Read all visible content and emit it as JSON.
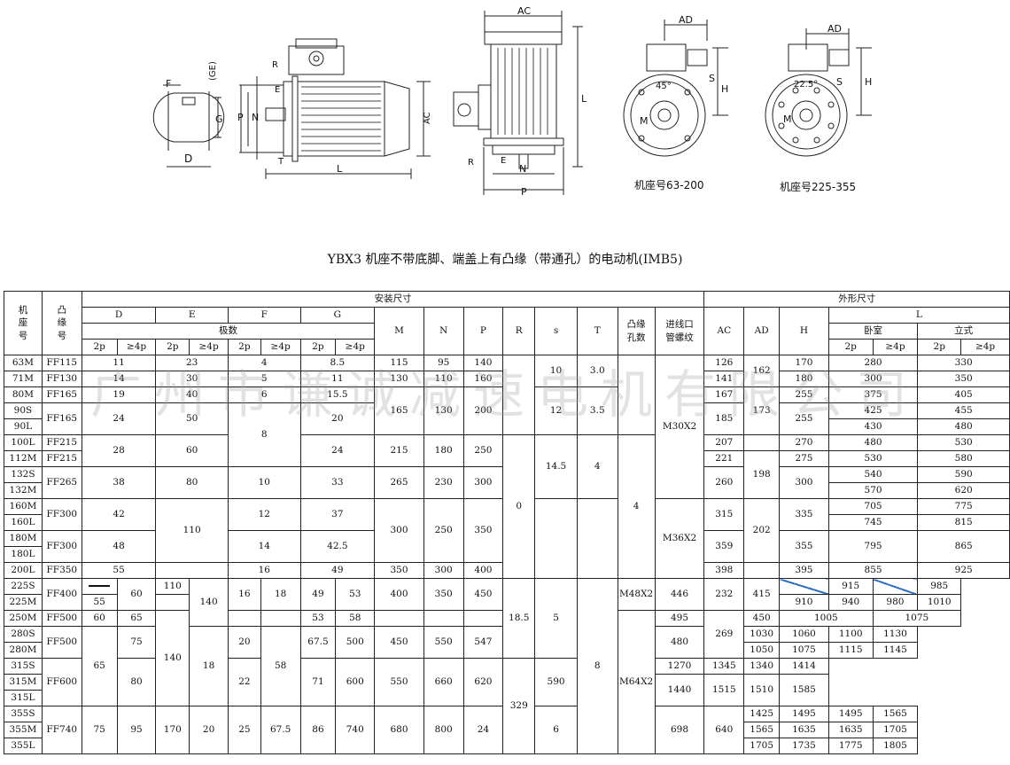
{
  "drawings": {
    "labels": {
      "F": "F",
      "GE": "(GE)",
      "G": "G",
      "D": "D",
      "R": "R",
      "E": "E",
      "P": "P",
      "N": "N",
      "T": "T",
      "L": "L",
      "AC": "AC",
      "AD": "AD",
      "H": "H",
      "S": "S",
      "M": "M",
      "angle45": "45°",
      "angle225": "22.5°"
    },
    "caption_small": "机座号63-200",
    "caption_large": "机座号225-355"
  },
  "title": "YBX3 机座不带底脚、端盖上有凸缘（带通孔）的电动机(IMB5)",
  "watermark": "广州市谦诚减速电机有限公司",
  "header": {
    "frame_no": "机\n座\n号",
    "flange_no": "凸\n缘\n号",
    "install_dims": "安装尺寸",
    "outline_dims": "外形尺寸",
    "D": "D",
    "E": "E",
    "F": "F",
    "G": "G",
    "poles": "极数",
    "M": "M",
    "N": "N",
    "P": "P",
    "R": "R",
    "s": "s",
    "T": "T",
    "flange_holes": "凸缘\n孔数",
    "inlet_thread": "进线口\n管螺纹",
    "AC": "AC",
    "AD": "AD",
    "H": "H",
    "L": "L",
    "horizontal": "卧室",
    "vertical": "立式",
    "p2": "2p",
    "p4": "≥4p"
  },
  "rows": [
    "63M",
    "71M",
    "80M",
    "90S",
    "90L",
    "100L",
    "112M",
    "132S",
    "132M",
    "160M",
    "160L",
    "180M",
    "180L",
    "200L",
    "225S",
    "225M",
    "250M",
    "280S",
    "280M",
    "315S",
    "315M",
    "315L",
    "355S",
    "355M",
    "355L"
  ],
  "cells": {
    "ff115": "FF115",
    "ff130": "FF130",
    "ff165a": "FF165",
    "ff165b": "FF165",
    "ff215a": "FF215",
    "ff215b": "FF215",
    "ff265": "FF265",
    "ff300a": "FF300",
    "ff300b": "FF300",
    "ff350": "FF350",
    "ff400": "FF400",
    "ff500a": "FF500",
    "ff500b": "FF500",
    "ff600": "FF600",
    "ff740": "FF740",
    "d11": "11",
    "d14": "14",
    "d19": "19",
    "d24": "24",
    "d28": "28",
    "d38": "38",
    "d42": "42",
    "d48": "48",
    "d55a": "55",
    "d55b": "55",
    "d60a": "60",
    "d60b": "60",
    "d65a": "65",
    "d65b": "65",
    "d75a": "75",
    "d75b": "75",
    "d80": "80",
    "d95": "95",
    "e23": "23",
    "e30": "30",
    "e40": "40",
    "e50": "50",
    "e60": "60",
    "e80": "80",
    "e110a": "110",
    "e110b": "110",
    "e140a": "140",
    "e140b": "140",
    "e170": "170",
    "f4": "4",
    "f5": "5",
    "f6": "6",
    "f8": "8",
    "f10": "10",
    "f12": "12",
    "f14": "14",
    "f16a": "16",
    "f16b": "16",
    "f18a": "18",
    "f18b": "18",
    "f20a": "20",
    "f20b": "20",
    "f22": "22",
    "f25": "25",
    "g85": "8.5",
    "g11": "11",
    "g155": "15.5",
    "g20": "20",
    "g24": "24",
    "g33": "33",
    "g37": "37",
    "g425": "42.5",
    "g49a": "49",
    "g49b": "49",
    "g53a": "53",
    "g53b": "53",
    "g58a": "58",
    "g58b": "58",
    "g675a": "67.5",
    "g675b": "67.5",
    "g71": "71",
    "g86": "86",
    "m115": "115",
    "m130": "130",
    "m165": "165",
    "m215": "215",
    "m265": "265",
    "m300": "300",
    "m350": "350",
    "m400": "400",
    "m500": "500",
    "m600": "600",
    "m740": "740",
    "n95": "95",
    "n110": "110",
    "n130": "130",
    "n180": "180",
    "n230": "230",
    "n250": "250",
    "n300": "300",
    "n350": "350",
    "n450": "450",
    "n550": "550",
    "n680": "680",
    "p140": "140",
    "p160": "160",
    "p200": "200",
    "p250": "250",
    "p300": "300",
    "p350": "350",
    "p400": "400",
    "p450": "450",
    "p550": "550",
    "p660": "660",
    "p800": "800",
    "r0": "0",
    "s10": "10",
    "s12": "12",
    "s145": "14.5",
    "s185": "18.5",
    "s24": "24",
    "t30": "3.0",
    "t35": "3.5",
    "t4": "4",
    "t5": "5",
    "t6": "6",
    "h4": "4",
    "h8": "8",
    "m30": "M30X2",
    "m36": "M36X2",
    "m48": "M48X2",
    "m64": "M64X2",
    "ac126": "126",
    "ac141": "141",
    "ac167": "167",
    "ac185": "185",
    "ac207": "207",
    "ac221": "221",
    "ac260": "260",
    "ac315": "315",
    "ac359": "359",
    "ac398": "398",
    "ac446": "446",
    "ac495": "495",
    "ac547": "547",
    "ac620": "620",
    "ac698": "698",
    "ad162": "162",
    "ad173": "173",
    "ad198": "198",
    "ad202": "202",
    "ad232": "232",
    "ad269": "269",
    "ad329": "329",
    "h170": "170",
    "h180": "180",
    "h255a": "255",
    "h255b": "255",
    "h270": "270",
    "h275": "275",
    "h300": "300",
    "h335": "335",
    "h355": "355",
    "h395": "395",
    "h415": "415",
    "h450": "450",
    "h480": "480",
    "h590": "590",
    "h640": "640",
    "lh280": "280",
    "lh300": "300",
    "lh375": "375",
    "lh425": "425",
    "lh430": "430",
    "lh480": "480",
    "lh530": "530",
    "lh540": "540",
    "lh570": "570",
    "lh705": "705",
    "lh745": "745",
    "lh795": "795",
    "lh855": "855",
    "lh915": "915",
    "lh910": "910",
    "lh940": "940",
    "lh1005": "1005",
    "lh1030": "1030",
    "lh1060": "1060",
    "lh1050": "1050",
    "lh1075": "1075",
    "lh1270": "1270",
    "lh1345": "1345",
    "lh1440": "1440",
    "lh1515": "1515",
    "lh1425": "1425",
    "lh1495": "1495",
    "lh1565": "1565",
    "lh1635": "1635",
    "lh1705": "1705",
    "lh1735": "1735",
    "lv330": "330",
    "lv350": "350",
    "lv405": "405",
    "lv455": "455",
    "lv480": "480",
    "lv530": "530",
    "lv580": "580",
    "lv590": "590",
    "lv620": "620",
    "lv775": "775",
    "lv815": "815",
    "lv865": "865",
    "lv925": "925",
    "lv985": "985",
    "lv980": "980",
    "lv1010": "1010",
    "lv1075": "1075",
    "lv1100": "1100",
    "lv1130": "1130",
    "lv1115": "1115",
    "lv1145": "1145",
    "lv1340": "1340",
    "lv1414": "1414",
    "lv1510": "1510",
    "lv1585": "1585",
    "lv1495": "1495",
    "lv1565": "1565",
    "lv1635": "1635",
    "lv1705": "1705",
    "lv1775": "1775",
    "lv1805": "1805"
  }
}
